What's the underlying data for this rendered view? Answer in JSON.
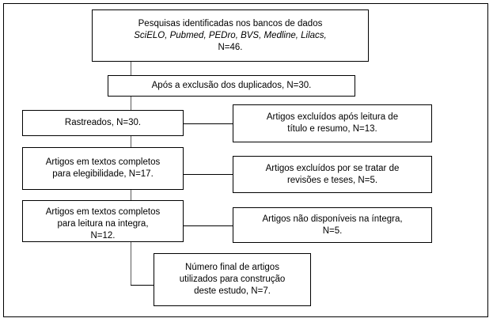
{
  "diagram": {
    "title": "PRISMA study selection flowchart",
    "language": "pt-BR",
    "colors": {
      "border": "#000000",
      "text": "#000000",
      "connector": "#5a5a5a",
      "background": "#ffffff"
    },
    "nodes": {
      "identified": {
        "id": "identified",
        "lines": [
          "Pesquisas identificadas nos bancos de dados",
          "SciELO, Pubmed, PEDro, BVS, Medline, Lilacs,",
          "N=46."
        ],
        "n": 46
      },
      "after_duplicates": {
        "id": "after_duplicates",
        "lines": [
          "Após a exclusão dos duplicados, N=30."
        ],
        "n": 30
      },
      "screened": {
        "id": "screened",
        "lines": [
          "Rastreados, N=30."
        ],
        "n": 30
      },
      "excluded_title_abstract": {
        "id": "excluded_title_abstract",
        "lines": [
          "Artigos excluídos após leitura de",
          "título e resumo, N=13."
        ],
        "n": 13
      },
      "full_text_eligibility": {
        "id": "full_text_eligibility",
        "lines": [
          "Artigos em textos completos",
          "para elegibilidade, N=17."
        ],
        "n": 17
      },
      "excluded_reviews_theses": {
        "id": "excluded_reviews_theses",
        "lines": [
          "Artigos excluídos por se tratar de",
          "revisões e teses, N=5."
        ],
        "n": 5
      },
      "full_text_reading": {
        "id": "full_text_reading",
        "lines": [
          "Artigos em textos completos",
          "para leitura na integra,",
          "N=12."
        ],
        "n": 12,
        "note": "third line clipped by box bottom edge"
      },
      "not_available_full": {
        "id": "not_available_full",
        "lines": [
          "Artigos não disponíveis na íntegra,",
          "N=5."
        ],
        "n": 5
      },
      "final_included": {
        "id": "final_included",
        "lines": [
          "Número final de artigos",
          "utilizados para construção",
          "deste estudo, N=7."
        ],
        "n": 7
      }
    }
  }
}
